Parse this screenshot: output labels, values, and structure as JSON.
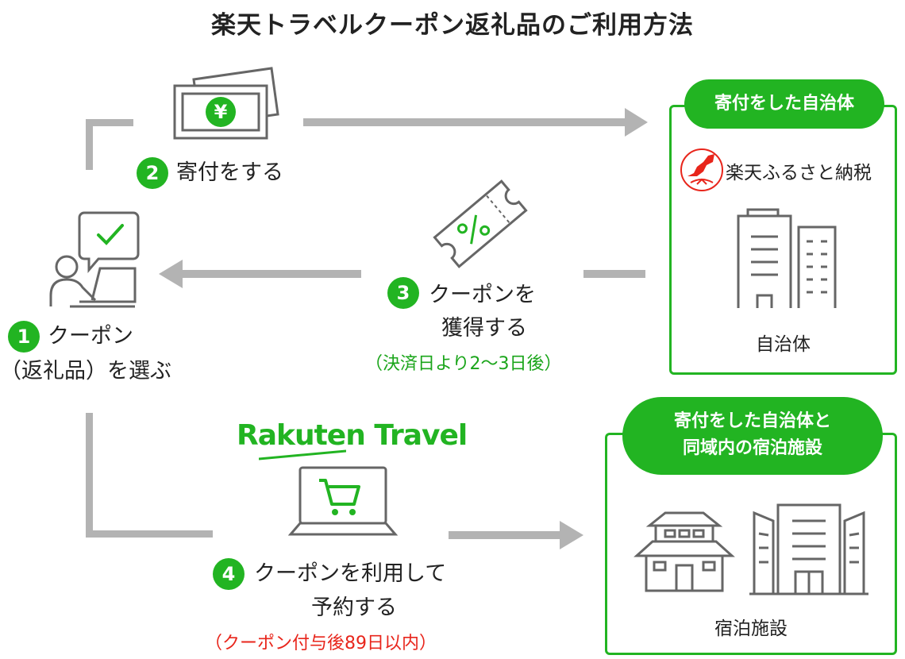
{
  "title": "楽天トラベルクーポン返礼品のご利用方法",
  "steps": [
    {
      "num": "1",
      "line1": "クーポン",
      "line2": "（返礼品）を選ぶ"
    },
    {
      "num": "2",
      "line1": "寄付をする"
    },
    {
      "num": "3",
      "line1": "クーポンを",
      "line2": "獲得する",
      "note": "（決済日より2～3日後）"
    },
    {
      "num": "4",
      "line1": "クーポンを利用して",
      "line2": "予約する",
      "note": "（クーポン付与後89日以内）"
    }
  ],
  "municipality_box": {
    "header": "寄付をした自治体",
    "brand": "楽天ふるさと納税",
    "label": "自治体"
  },
  "lodging_box": {
    "header_line1": "寄付をした自治体と",
    "header_line2": "同域内の宿泊施設",
    "label": "宿泊施設"
  },
  "rakuten_travel_logo": "Rakuten Travel",
  "icons": [
    "yen-bill-icon",
    "coupon-percent-icon",
    "person-laptop-check-icon",
    "laptop-cart-icon",
    "building-icon",
    "furusato-logo-icon",
    "inn-icon",
    "hotel-icon"
  ],
  "colors": {
    "accent": "#22b422",
    "arrow": "#b3b3b3",
    "note_red": "#e8251b"
  }
}
